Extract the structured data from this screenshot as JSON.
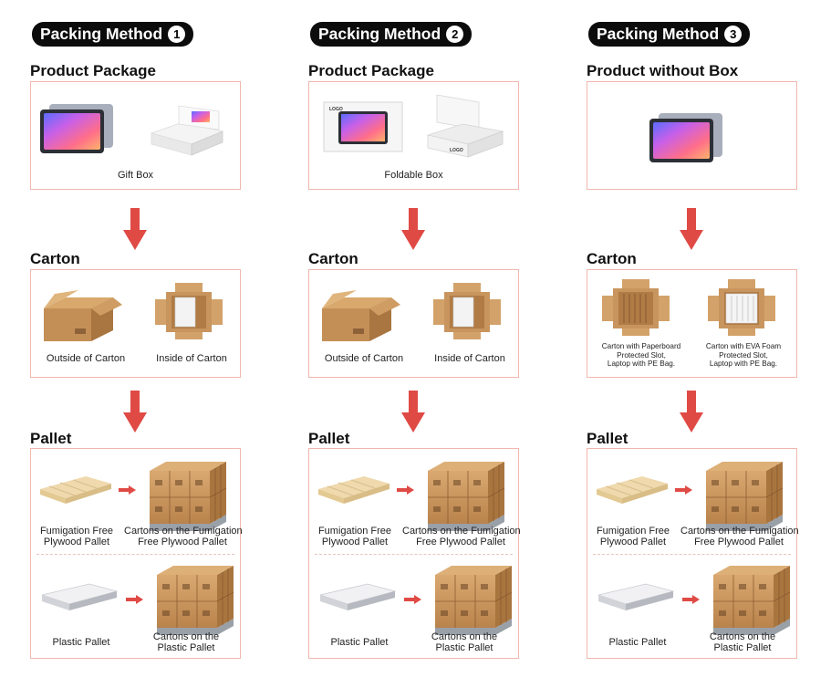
{
  "methods": [
    {
      "badge_label": "Packing Method",
      "badge_number": "1",
      "package_title": "Product Package",
      "package_caption": "Gift Box",
      "carton_title": "Carton",
      "carton_captions": [
        "Outside of Carton",
        "Inside of Carton"
      ],
      "pallet_title": "Pallet",
      "pallet_rows": [
        {
          "left": [
            "Fumigation Free",
            "Plywood Pallet"
          ],
          "right": [
            "Cartons on the Fumigation",
            "Free Plywood Pallet"
          ]
        },
        {
          "left": [
            "Plastic Pallet"
          ],
          "right": [
            "Cartons on the",
            "Plastic Pallet"
          ]
        }
      ]
    },
    {
      "badge_label": "Packing Method",
      "badge_number": "2",
      "package_title": "Product Package",
      "package_caption": "Foldable Box",
      "carton_title": "Carton",
      "carton_captions": [
        "Outside of Carton",
        "Inside of Carton"
      ],
      "pallet_title": "Pallet",
      "pallet_rows": [
        {
          "left": [
            "Fumigation Free",
            "Plywood Pallet"
          ],
          "right": [
            "Cartons on the Fumigation",
            "Free Plywood Pallet"
          ]
        },
        {
          "left": [
            "Plastic Pallet"
          ],
          "right": [
            "Cartons on the",
            "Plastic Pallet"
          ]
        }
      ]
    },
    {
      "badge_label": "Packing Method",
      "badge_number": "3",
      "package_title": "Product without Box",
      "package_caption": "",
      "carton_title": "Carton",
      "carton_captions_small": [
        [
          "Carton with Paperboard",
          "Protected Slot,",
          "Laptop with PE Bag."
        ],
        [
          "Carton with EVA Foam",
          "Protected Slot,",
          "Laptop with PE Bag."
        ]
      ],
      "pallet_title": "Pallet",
      "pallet_rows": [
        {
          "left": [
            "Fumigation Free",
            "Plywood Pallet"
          ],
          "right": [
            "Cartons on the Fumigation",
            "Free Plywood Pallet"
          ]
        },
        {
          "left": [
            "Plastic Pallet"
          ],
          "right": [
            "Cartons on the",
            "Plastic Pallet"
          ]
        }
      ]
    }
  ],
  "box_logo_text": "LOGO",
  "colors": {
    "badge_bg": "#0c0c0c",
    "box_border": "#f0b7ae",
    "arrow": "#e04a45",
    "cardboard": "#c8955e",
    "wood": "#efd9ad"
  }
}
